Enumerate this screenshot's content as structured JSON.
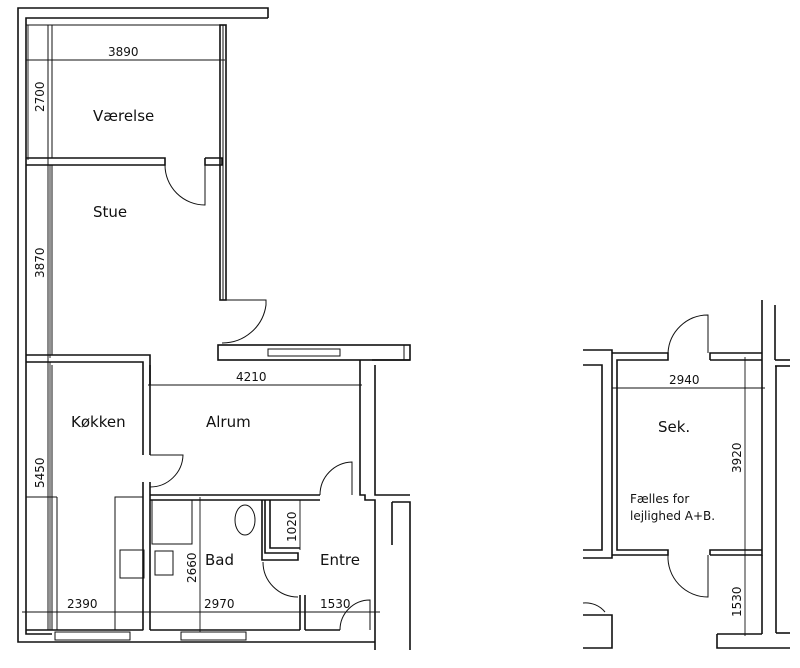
{
  "rooms": {
    "vaerelse": "Værelse",
    "stue": "Stue",
    "kokken": "Køkken",
    "alrum": "Alrum",
    "bad": "Bad",
    "entre": "Entre",
    "sek": "Sek."
  },
  "notes": {
    "faelles_line1": "Fælles for",
    "faelles_line2": "lejlighed A+B."
  },
  "dimensions": {
    "vaerelse_width": "3890",
    "vaerelse_depth": "2700",
    "stue_depth": "3870",
    "alrum_width": "4210",
    "kokken_depth": "5450",
    "kokken_width": "2390",
    "bad_width": "2970",
    "bad_depth": "2660",
    "entre_width": "1530",
    "closet_depth": "1020",
    "sek_width": "2940",
    "sek_depth": "3920",
    "stair_depth": "1530"
  }
}
